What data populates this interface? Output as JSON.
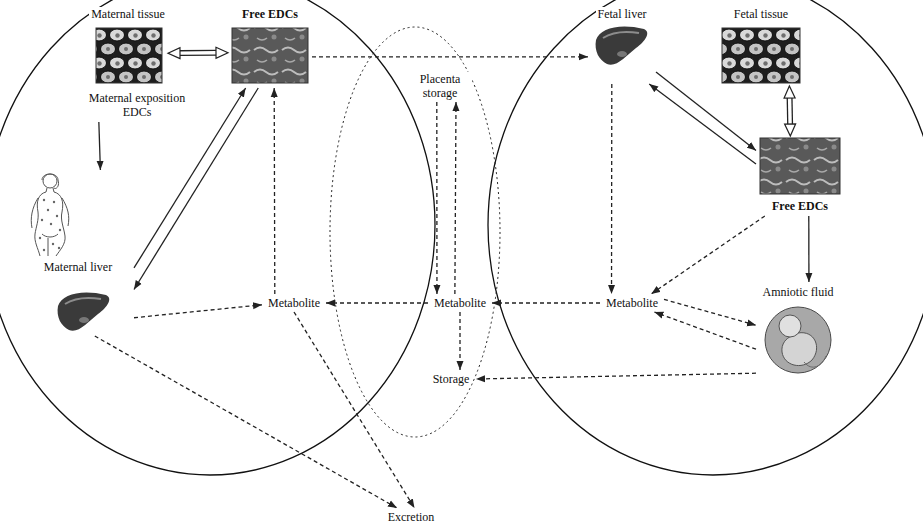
{
  "diagram": {
    "nodes": [
      {
        "text": [
          "Maternal tissue"
        ]
      },
      {
        "text": [
          "Free EDCs"
        ]
      },
      {
        "text": [
          "Maternal exposition EDCs"
        ]
      },
      {
        "text": [
          "Maternal liver"
        ]
      },
      {
        "text": [
          "Metabolite"
        ]
      },
      {
        "text": [
          "Placenta storage"
        ]
      },
      {
        "text": [
          "Metabolite"
        ]
      },
      {
        "text": [
          "Storage"
        ]
      },
      {
        "text": [
          "Fetal liver"
        ]
      },
      {
        "text": [
          "Fetal tissue"
        ]
      },
      {
        "text": [
          "Free EDCs"
        ]
      },
      {
        "text": [
          "Metabolite"
        ]
      },
      {
        "text": [
          "Amniotic fluid"
        ]
      },
      {
        "text": [
          "Excretion"
        ]
      }
    ],
    "edges": [
      {
        "from": 0,
        "to": 1,
        "arrow": "both"
      },
      {
        "from": 1,
        "to": 8,
        "arrow": "to"
      },
      {
        "from": 2,
        "to": 3,
        "arrow": "to"
      },
      {
        "from": 3,
        "to": 1,
        "arrow": "to"
      },
      {
        "from": 1,
        "to": 3,
        "arrow": "to"
      },
      {
        "from": 4,
        "to": 1,
        "arrow": "to"
      },
      {
        "from": 3,
        "to": 4,
        "arrow": "to"
      },
      {
        "from": 3,
        "to": 13,
        "arrow": "to"
      },
      {
        "from": 4,
        "to": 13,
        "arrow": "to"
      },
      {
        "from": 5,
        "to": 6,
        "arrow": "to"
      },
      {
        "from": 6,
        "to": 5,
        "arrow": "to"
      },
      {
        "from": 6,
        "to": 4,
        "arrow": "to"
      },
      {
        "from": 6,
        "to": 7,
        "arrow": "to"
      },
      {
        "from": 11,
        "to": 6,
        "arrow": "to"
      },
      {
        "from": 8,
        "to": 10,
        "arrow": "to"
      },
      {
        "from": 10,
        "to": 8,
        "arrow": "to"
      },
      {
        "from": 9,
        "to": 10,
        "arrow": "both"
      },
      {
        "from": 8,
        "to": 11,
        "arrow": "to"
      },
      {
        "from": 10,
        "to": 11,
        "arrow": "to"
      },
      {
        "from": 10,
        "to": 12,
        "arrow": "to"
      },
      {
        "from": 11,
        "to": 12,
        "arrow": "to"
      },
      {
        "from": 12,
        "to": 11,
        "arrow": "to"
      },
      {
        "from": 12,
        "to": 7,
        "arrow": "to"
      }
    ]
  }
}
